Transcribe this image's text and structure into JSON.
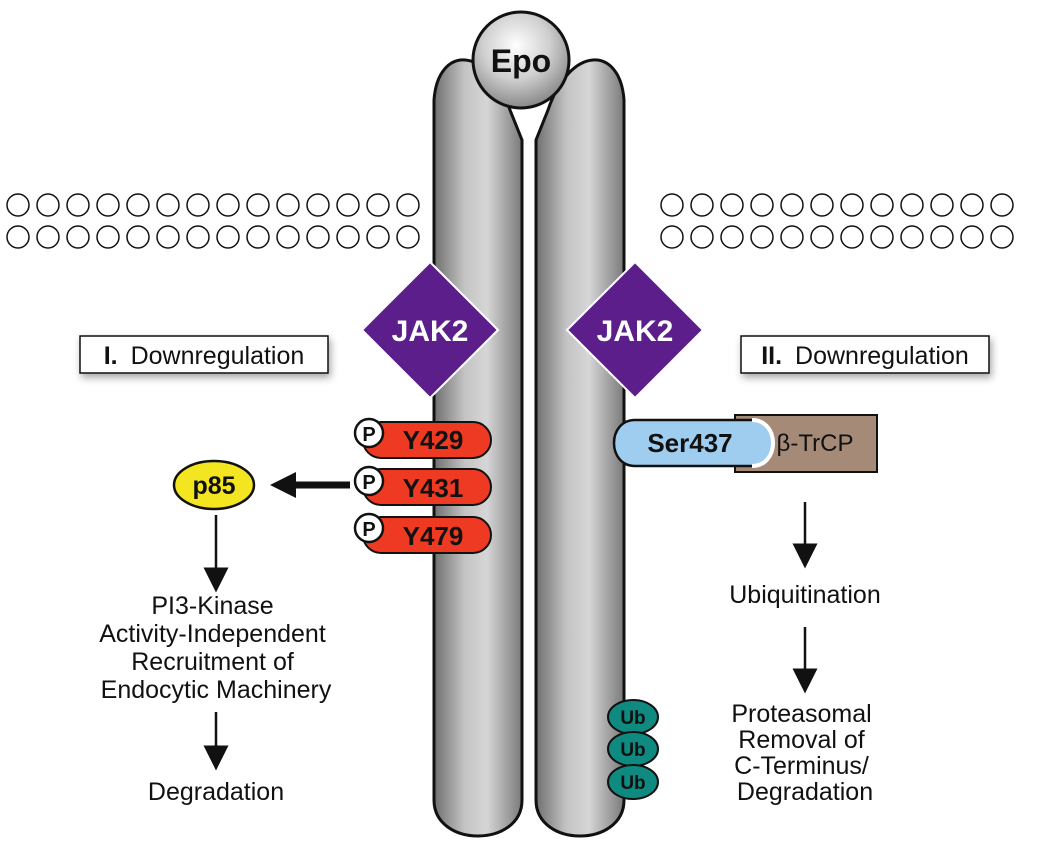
{
  "ligand": {
    "label": "Epo"
  },
  "kinases": [
    {
      "label": "JAK2"
    },
    {
      "label": "JAK2"
    }
  ],
  "pathway_one": {
    "box": {
      "numeral": "I.",
      "label": "Downregulation"
    },
    "phospho_badge": "P",
    "tyrosines": [
      "Y429",
      "Y431",
      "Y479"
    ],
    "adapter": "p85",
    "step1": [
      "PI3-Kinase",
      "Activity-Independent",
      "Recruitment of",
      "Endocytic Machinery"
    ],
    "step2": "Degradation"
  },
  "pathway_two": {
    "box": {
      "numeral": "II.",
      "label": "Downregulation"
    },
    "serine": "Ser437",
    "ligase": "β-TrCP",
    "step1": "Ubiquitination",
    "step2": [
      "Proteasomal",
      "Removal of",
      "C-Terminus/",
      "Degradation"
    ],
    "ubiquitin": [
      "Ub",
      "Ub",
      "Ub"
    ]
  },
  "colors": {
    "receptor": "#a9a9a9",
    "jak2": "#5b1e8a",
    "tyrosine": "#ee3a23",
    "p85": "#f3e621",
    "serine": "#9fcdf0",
    "ligase": "#a58a78",
    "ubiquitin": "#0e8a80"
  }
}
